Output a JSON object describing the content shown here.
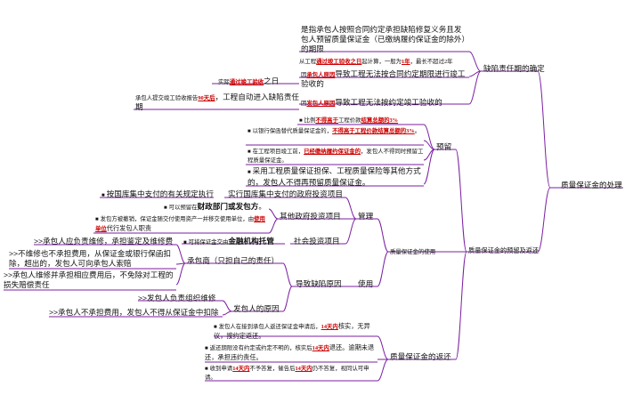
{
  "root": {
    "label": "质量保证金的处理"
  },
  "branches": {
    "deficiency_period": {
      "label": "缺陷责任期的确定",
      "definition": "是指承包人按照合同约定承担缺陷修复义务且发包人预留质量保证金（已缴纳履约保证金的除外）的期限",
      "start_text_a": "从工程",
      "start_red": "通过竣工验收之日",
      "start_text_b": "起计算，一般为",
      "start_red2": "1年",
      "start_text_c": "，最长不超过2年",
      "delay_text_a": "因",
      "delay_red": "承包人原因",
      "delay_text_b": "导致工程无法按合同约定期限进行竣工验收的",
      "actual_a": "实际",
      "actual_red": "通过竣工验收",
      "actual_b": "之日",
      "employer_text_a": "因",
      "employer_red": "发包人原因",
      "employer_text_b": "导致工程无法按约定竣工验收的",
      "auto_text_a": "承包人提交竣工验收报告",
      "auto_red": "90天后",
      "auto_text_b": "，工程自动进入缺陷责任期"
    },
    "reserve": {
      "label": "预留",
      "ratio_a": "比例",
      "ratio_red": "不得高于",
      "ratio_b": "工程价款",
      "ratio_red2": "结算总额的3%",
      "bank_a": "以银行保函替代质量保证金的，",
      "bank_red": "不得高于工程价款结算总额的3%",
      "bank_b": "。",
      "contract_a": "在工程项目竣工前，",
      "contract_red": "已经缴纳履约保证金的",
      "contract_b": "，发包人不得同时预留工程质量保证金。",
      "guarantee": "采用工程质量保证担保、工程质量保险等其他方式的，发包人不得再预留质量保证金。"
    },
    "management": {
      "label": "管理",
      "group_label": "质量保证金的使用",
      "gov_treasury": "实行国库集中支付的政府投资项目",
      "gov_treasury_detail": "按国库集中支付的有关规定执行",
      "gov_other": "其他政府投资项目",
      "gov_other_detail_a": "可以预留在",
      "gov_other_detail_red": "财政部门或发包方",
      "gov_other_detail_b": "。",
      "transfer_a": "发包方被撤销，保证金随交付使用资产一并移交使用单位，由",
      "transfer_red": "使用单位",
      "transfer_b": "代行发包人职责",
      "social": "社会投资项目",
      "social_detail_a": "可将保证金交由",
      "social_detail_bold": "金融机构托管"
    },
    "usage": {
      "label": "使用",
      "cause_label": "导致缺陷原因",
      "contractor": "承包商（只担自己的责任）",
      "contractor_a": "承包人应负责维修，承担鉴定及维修费",
      "contractor_b": "不维修也不承担费用，从保证金或银行保函扣除，超出的，发包人可向承包人索赔",
      "contractor_c": "承包人维修并承担相应费用后，不免除对工程的损失赔偿责任",
      "employer": "发包人的原因",
      "employer_a": "发包人负责组织维修",
      "employer_b": "承包人不承担费用，发包人不得从保证金中扣除"
    },
    "return": {
      "label": "质量保证金的返还",
      "item1_a": "发包人在接到承包人返还保证金申请后，",
      "item1_red": "14天内",
      "item1_b": "核实，无异议，按约定返还。",
      "item2_a": "返还期限没有约定或约定不明的，核实后",
      "item2_red": "14天内",
      "item2_b": "退还。逾期未退还，承担违约责任。",
      "item3_a": "收到申请",
      "item3_red": "14天内",
      "item3_b": "不予答复，催告后",
      "item3_red2": "14天内",
      "item3_c": "仍不答复，视同认可申请。"
    },
    "reserve_return_group": {
      "label": "质量保证金的预留及返还"
    }
  },
  "colors": {
    "line": "#7b1fa2",
    "accent_red": "#cc0000"
  }
}
